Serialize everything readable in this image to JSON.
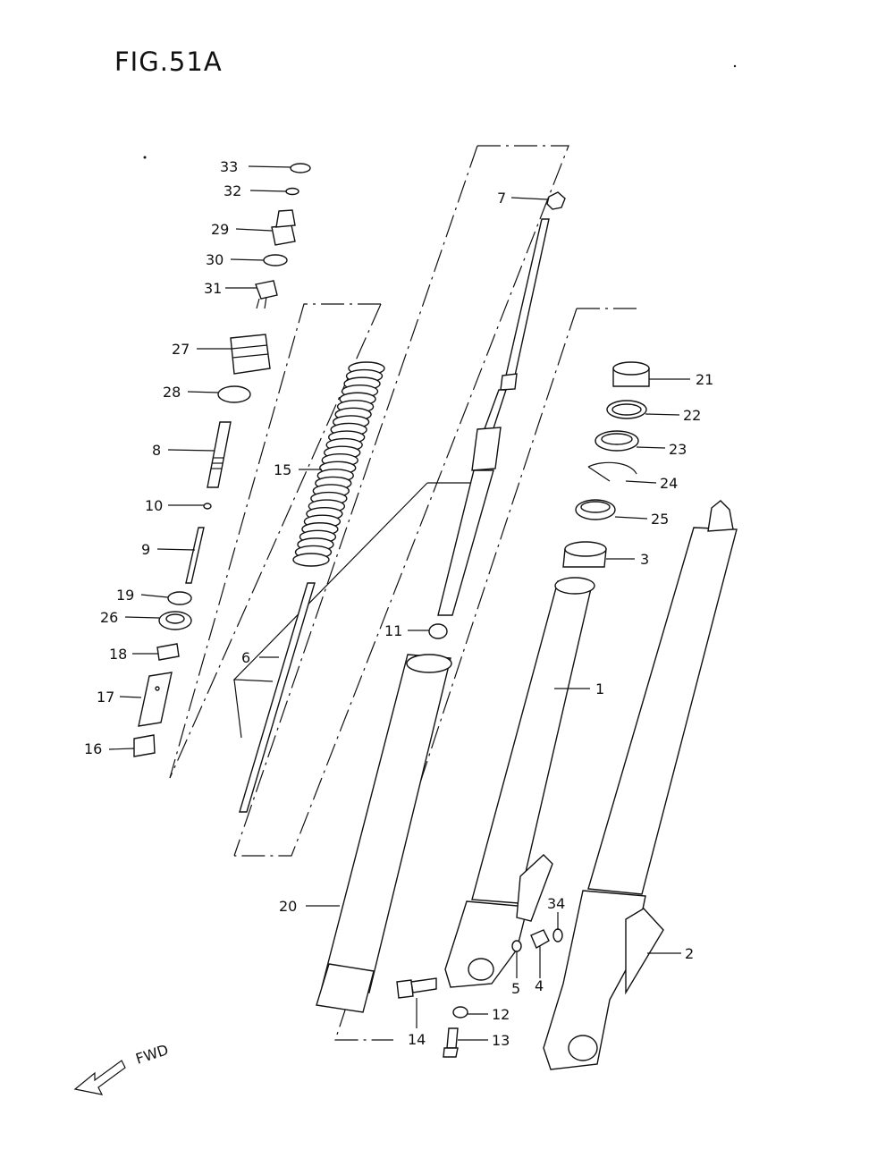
{
  "figure": {
    "title": "FIG.51A"
  },
  "direction": {
    "label": "FWD"
  },
  "callouts": [
    {
      "id": "c1",
      "text": "1"
    },
    {
      "id": "c2",
      "text": "2"
    },
    {
      "id": "c3",
      "text": "3"
    },
    {
      "id": "c4",
      "text": "4"
    },
    {
      "id": "c5",
      "text": "5"
    },
    {
      "id": "c6",
      "text": "6"
    },
    {
      "id": "c7",
      "text": "7"
    },
    {
      "id": "c8",
      "text": "8"
    },
    {
      "id": "c9",
      "text": "9"
    },
    {
      "id": "c10",
      "text": "10"
    },
    {
      "id": "c11",
      "text": "11"
    },
    {
      "id": "c12",
      "text": "12"
    },
    {
      "id": "c13",
      "text": "13"
    },
    {
      "id": "c14",
      "text": "14"
    },
    {
      "id": "c15",
      "text": "15"
    },
    {
      "id": "c16",
      "text": "16"
    },
    {
      "id": "c17",
      "text": "17"
    },
    {
      "id": "c18",
      "text": "18"
    },
    {
      "id": "c19",
      "text": "19"
    },
    {
      "id": "c20",
      "text": "20"
    },
    {
      "id": "c21",
      "text": "21"
    },
    {
      "id": "c22",
      "text": "22"
    },
    {
      "id": "c23",
      "text": "23"
    },
    {
      "id": "c24",
      "text": "24"
    },
    {
      "id": "c25",
      "text": "25"
    },
    {
      "id": "c26",
      "text": "26"
    },
    {
      "id": "c27",
      "text": "27"
    },
    {
      "id": "c28",
      "text": "28"
    },
    {
      "id": "c29",
      "text": "29"
    },
    {
      "id": "c30",
      "text": "30"
    },
    {
      "id": "c31",
      "text": "31"
    },
    {
      "id": "c32",
      "text": "32"
    },
    {
      "id": "c33",
      "text": "33"
    },
    {
      "id": "c34",
      "text": "34"
    }
  ]
}
